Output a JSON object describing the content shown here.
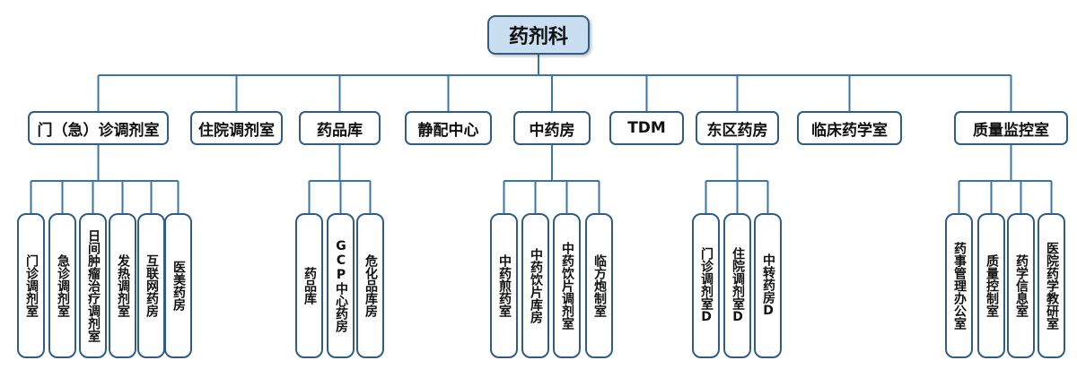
{
  "root": "药剂科",
  "departments": [
    {
      "label": "门（急）诊调剂室",
      "children": [
        "门诊调剂室",
        "急诊调剂室",
        "日间肿瘤治疗调剂室",
        "发热调剂室",
        "互联网药房",
        "医美药房"
      ]
    },
    {
      "label": "住院调剂室",
      "children": []
    },
    {
      "label": "药品库",
      "children": [
        "药品库",
        "GCP中心药房",
        "危化品库房"
      ]
    },
    {
      "label": "静配中心",
      "children": []
    },
    {
      "label": "中药房",
      "children": [
        "中药煎药室",
        "中药饮片库房",
        "中药饮片调剂室",
        "临方炮制室"
      ]
    },
    {
      "label": "TDM",
      "children": []
    },
    {
      "label": "东区药房",
      "children": [
        "门诊调剂室D",
        "住院调剂室D",
        "中转药房D"
      ]
    },
    {
      "label": "临床药学室",
      "children": []
    },
    {
      "label": "质量监控室",
      "children": [
        "药事管理办公室",
        "质量控制室",
        "药学信息室",
        "医院药学教研室"
      ]
    }
  ],
  "colors": {
    "line": "#3a74a8",
    "border": "#2f5d85",
    "root_fill": "#c9def0"
  }
}
